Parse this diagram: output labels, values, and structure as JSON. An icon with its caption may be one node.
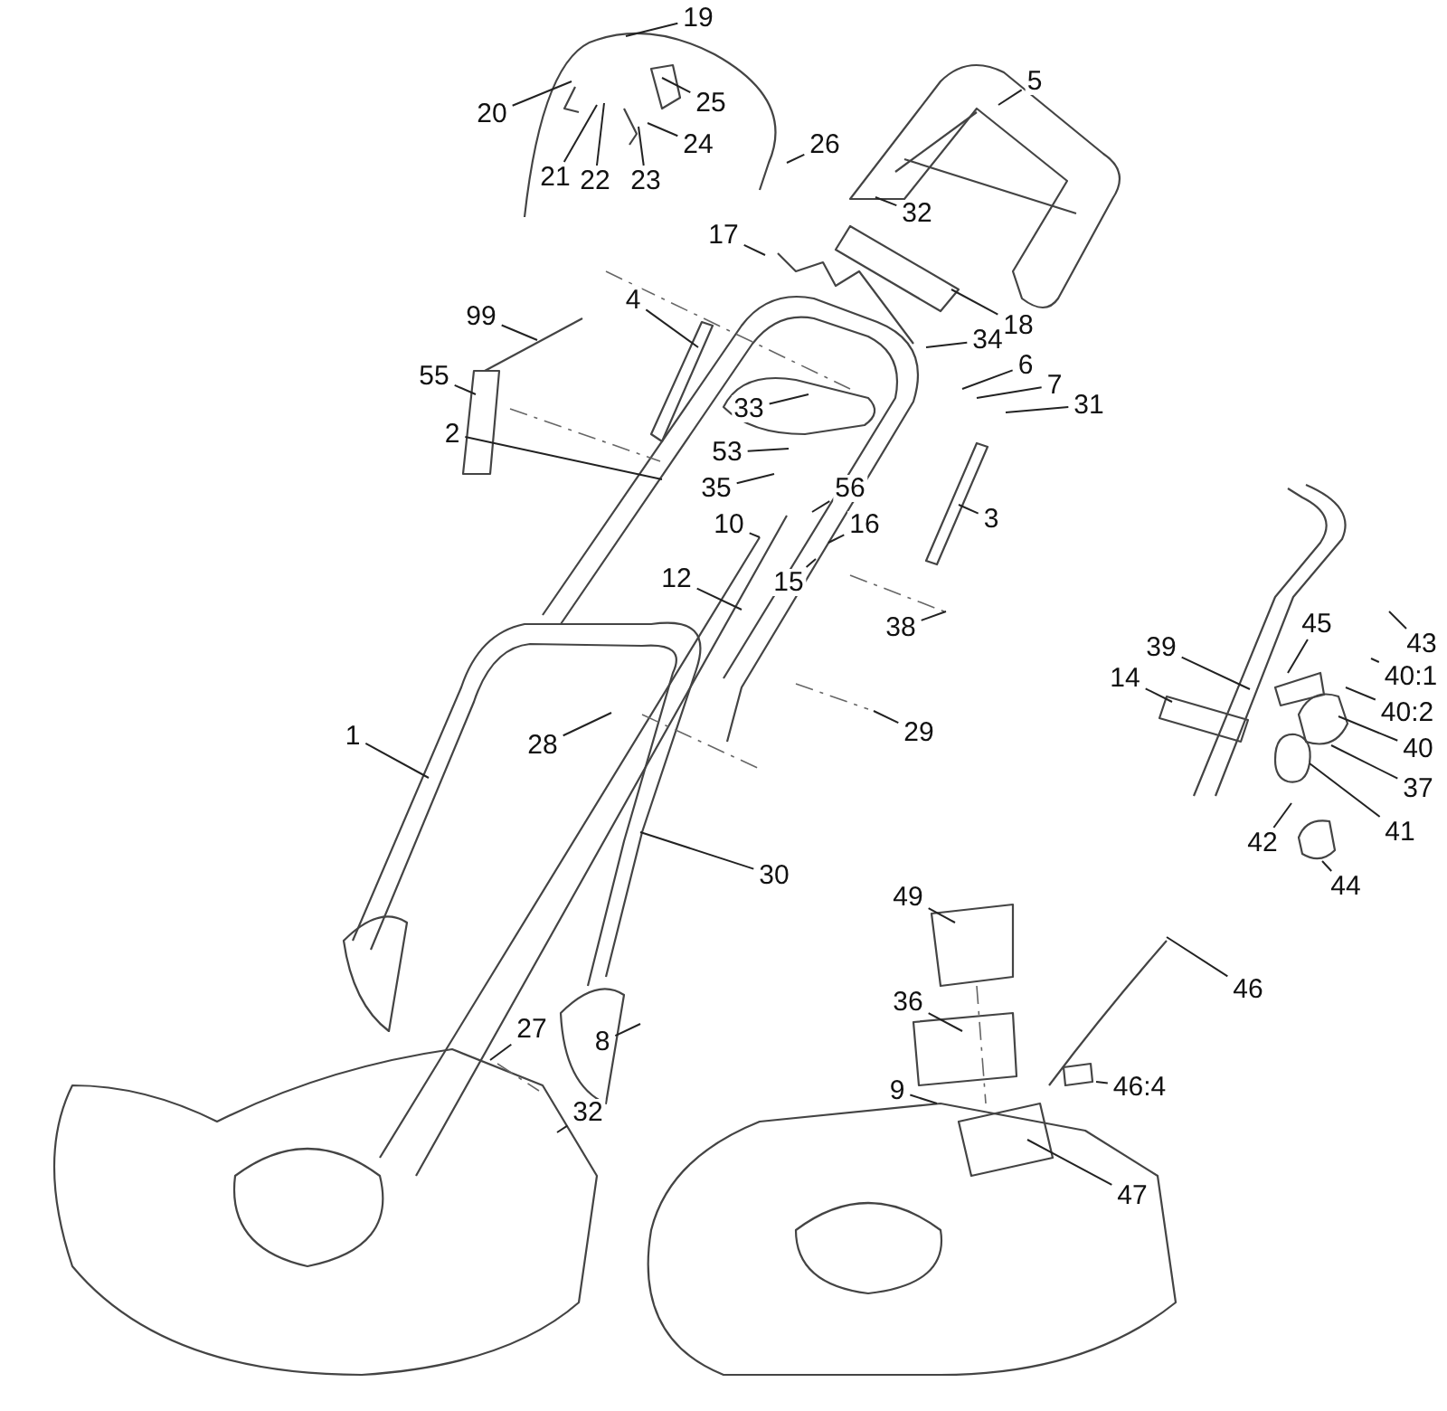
{
  "diagram": {
    "nodes": [
      {
        "text": [
          "19"
        ]
      },
      {
        "text": [
          "5"
        ]
      },
      {
        "text": [
          "25"
        ]
      },
      {
        "text": [
          "20"
        ]
      },
      {
        "text": [
          "24"
        ]
      },
      {
        "text": [
          "26"
        ]
      },
      {
        "text": [
          "21"
        ]
      },
      {
        "text": [
          "22"
        ]
      },
      {
        "text": [
          "23"
        ]
      },
      {
        "text": [
          "32"
        ]
      },
      {
        "text": [
          "17"
        ]
      },
      {
        "text": [
          "4"
        ]
      },
      {
        "text": [
          "18"
        ]
      },
      {
        "text": [
          "34"
        ]
      },
      {
        "text": [
          "99"
        ]
      },
      {
        "text": [
          "6"
        ]
      },
      {
        "text": [
          "7"
        ]
      },
      {
        "text": [
          "55"
        ]
      },
      {
        "text": [
          "31"
        ]
      },
      {
        "text": [
          "2"
        ]
      },
      {
        "text": [
          "33"
        ]
      },
      {
        "text": [
          "53"
        ]
      },
      {
        "text": [
          "35"
        ]
      },
      {
        "text": [
          "56"
        ]
      },
      {
        "text": [
          "3"
        ]
      },
      {
        "text": [
          "16"
        ]
      },
      {
        "text": [
          "10"
        ]
      },
      {
        "text": [
          "15"
        ]
      },
      {
        "text": [
          "12"
        ]
      },
      {
        "text": [
          "38"
        ]
      },
      {
        "text": [
          "45"
        ]
      },
      {
        "text": [
          "43"
        ]
      },
      {
        "text": [
          "39"
        ]
      },
      {
        "text": [
          "14"
        ]
      },
      {
        "text": [
          "40:1"
        ]
      },
      {
        "text": [
          "40:2"
        ]
      },
      {
        "text": [
          "1"
        ]
      },
      {
        "text": [
          "29"
        ]
      },
      {
        "text": [
          "40"
        ]
      },
      {
        "text": [
          "28"
        ]
      },
      {
        "text": [
          "37"
        ]
      },
      {
        "text": [
          "41"
        ]
      },
      {
        "text": [
          "42"
        ]
      },
      {
        "text": [
          "44"
        ]
      },
      {
        "text": [
          "30"
        ]
      },
      {
        "text": [
          "49"
        ]
      },
      {
        "text": [
          "46"
        ]
      },
      {
        "text": [
          "36"
        ]
      },
      {
        "text": [
          "27"
        ]
      },
      {
        "text": [
          "8"
        ]
      },
      {
        "text": [
          "46:4"
        ]
      },
      {
        "text": [
          "9"
        ]
      },
      {
        "text": [
          "32"
        ]
      },
      {
        "text": [
          "47"
        ]
      }
    ],
    "edges": [
      {
        "from": 0,
        "to": null,
        "arrow": "none"
      },
      {
        "from": 1,
        "to": null,
        "arrow": "none"
      },
      {
        "from": 2,
        "to": null,
        "arrow": "none"
      },
      {
        "from": 3,
        "to": null,
        "arrow": "none"
      },
      {
        "from": 4,
        "to": null,
        "arrow": "none"
      },
      {
        "from": 5,
        "to": null,
        "arrow": "none"
      },
      {
        "from": 6,
        "to": null,
        "arrow": "none"
      },
      {
        "from": 7,
        "to": null,
        "arrow": "none"
      },
      {
        "from": 8,
        "to": null,
        "arrow": "none"
      },
      {
        "from": 9,
        "to": null,
        "arrow": "none"
      },
      {
        "from": 10,
        "to": null,
        "arrow": "none"
      },
      {
        "from": 11,
        "to": null,
        "arrow": "none"
      },
      {
        "from": 12,
        "to": null,
        "arrow": "none"
      },
      {
        "from": 13,
        "to": null,
        "arrow": "none"
      },
      {
        "from": 14,
        "to": null,
        "arrow": "none"
      },
      {
        "from": 15,
        "to": null,
        "arrow": "none"
      },
      {
        "from": 16,
        "to": null,
        "arrow": "none"
      },
      {
        "from": 17,
        "to": null,
        "arrow": "none"
      },
      {
        "from": 18,
        "to": null,
        "arrow": "none"
      },
      {
        "from": 19,
        "to": null,
        "arrow": "none"
      },
      {
        "from": 20,
        "to": null,
        "arrow": "none"
      },
      {
        "from": 21,
        "to": null,
        "arrow": "none"
      },
      {
        "from": 22,
        "to": null,
        "arrow": "none"
      },
      {
        "from": 23,
        "to": null,
        "arrow": "none"
      },
      {
        "from": 24,
        "to": null,
        "arrow": "none"
      },
      {
        "from": 25,
        "to": null,
        "arrow": "none"
      },
      {
        "from": 26,
        "to": null,
        "arrow": "none"
      },
      {
        "from": 27,
        "to": null,
        "arrow": "none"
      },
      {
        "from": 28,
        "to": null,
        "arrow": "none"
      },
      {
        "from": 29,
        "to": null,
        "arrow": "none"
      },
      {
        "from": 30,
        "to": null,
        "arrow": "none"
      },
      {
        "from": 31,
        "to": null,
        "arrow": "none"
      },
      {
        "from": 32,
        "to": null,
        "arrow": "none"
      },
      {
        "from": 33,
        "to": null,
        "arrow": "none"
      },
      {
        "from": 34,
        "to": null,
        "arrow": "none"
      },
      {
        "from": 35,
        "to": null,
        "arrow": "none"
      },
      {
        "from": 36,
        "to": null,
        "arrow": "none"
      },
      {
        "from": 37,
        "to": null,
        "arrow": "none"
      },
      {
        "from": 38,
        "to": null,
        "arrow": "none"
      },
      {
        "from": 39,
        "to": null,
        "arrow": "none"
      },
      {
        "from": 40,
        "to": null,
        "arrow": "none"
      },
      {
        "from": 41,
        "to": null,
        "arrow": "none"
      },
      {
        "from": 42,
        "to": null,
        "arrow": "none"
      },
      {
        "from": 43,
        "to": null,
        "arrow": "none"
      },
      {
        "from": 44,
        "to": null,
        "arrow": "none"
      },
      {
        "from": 45,
        "to": null,
        "arrow": "none"
      },
      {
        "from": 46,
        "to": null,
        "arrow": "none"
      },
      {
        "from": 47,
        "to": null,
        "arrow": "none"
      },
      {
        "from": 48,
        "to": null,
        "arrow": "none"
      },
      {
        "from": 49,
        "to": null,
        "arrow": "none"
      },
      {
        "from": 50,
        "to": null,
        "arrow": "none"
      },
      {
        "from": 51,
        "to": null,
        "arrow": "none"
      },
      {
        "from": 52,
        "to": null,
        "arrow": "none"
      },
      {
        "from": 53,
        "to": null,
        "arrow": "none"
      }
    ]
  }
}
